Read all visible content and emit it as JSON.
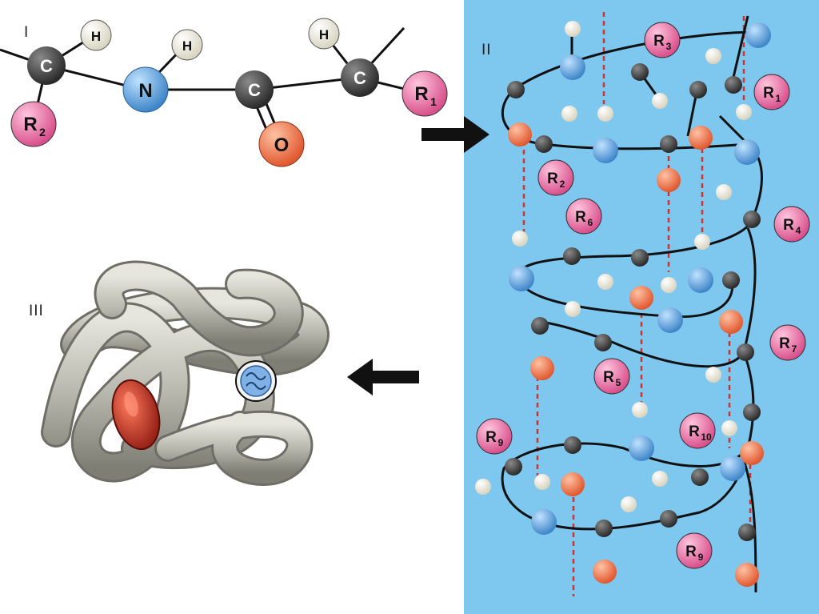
{
  "labels": {
    "panel1": "I",
    "panel2": "II",
    "panel3": "III"
  },
  "colors": {
    "helix_bg": "#7ec7ef",
    "carbon": "#3a3a3a",
    "nitrogen": "#5aa4e0",
    "oxygen": "#ef7a52",
    "hydrogen": "#f3f1e4",
    "radical": "#e56aa0",
    "hbond": "#d0342c",
    "ribbon": "#bdbdb3",
    "heme": "#c0392b",
    "tag": "#5b8fd2"
  },
  "chain": {
    "atoms": [
      {
        "label": "C",
        "kind": "carbon"
      },
      {
        "label": "H",
        "kind": "hydrogen"
      },
      {
        "label": "R",
        "sub": "2",
        "kind": "radical"
      },
      {
        "label": "N",
        "kind": "nitrogen"
      },
      {
        "label": "H",
        "kind": "hydrogen"
      },
      {
        "label": "C",
        "kind": "carbon"
      },
      {
        "label": "O",
        "kind": "oxygen"
      },
      {
        "label": "C",
        "kind": "carbon"
      },
      {
        "label": "H",
        "kind": "hydrogen"
      },
      {
        "label": "R",
        "sub": "1",
        "kind": "radical"
      }
    ]
  },
  "helix": {
    "radicals": [
      {
        "label": "R",
        "sub": "3"
      },
      {
        "label": "R",
        "sub": "1"
      },
      {
        "label": "R",
        "sub": "2"
      },
      {
        "label": "R",
        "sub": "6"
      },
      {
        "label": "R",
        "sub": "4"
      },
      {
        "label": "R",
        "sub": "7"
      },
      {
        "label": "R",
        "sub": "5"
      },
      {
        "label": "R",
        "sub": "9"
      },
      {
        "label": "R",
        "sub": "10"
      },
      {
        "label": "R",
        "sub": "9"
      }
    ]
  }
}
